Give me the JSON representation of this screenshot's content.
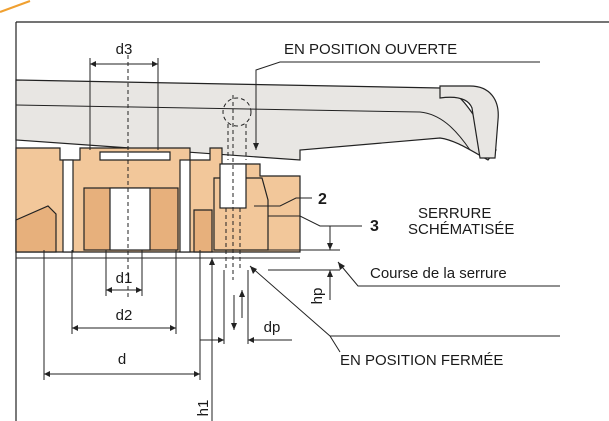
{
  "labels": {
    "open_position": "EN POSITION OUVERTE",
    "closed_position": "EN POSITION FERMÉE",
    "lock_title_1": "SERRURE",
    "lock_title_2": "SCHÉMATISÉE",
    "lock_stroke": "Course de la serrure",
    "callout_2": "2",
    "callout_3": "3",
    "dim_d": "d",
    "dim_d1": "d1",
    "dim_d2": "d2",
    "dim_d3": "d3",
    "dim_dp": "dp",
    "dim_hp": "hp",
    "dim_h1": "h1"
  },
  "colors": {
    "part_fill": "#f2c79a",
    "part_fill_dark": "#e7b07c",
    "handle_fill": "#e8e6e3",
    "line": "#222222",
    "accent": "#f0a030"
  }
}
